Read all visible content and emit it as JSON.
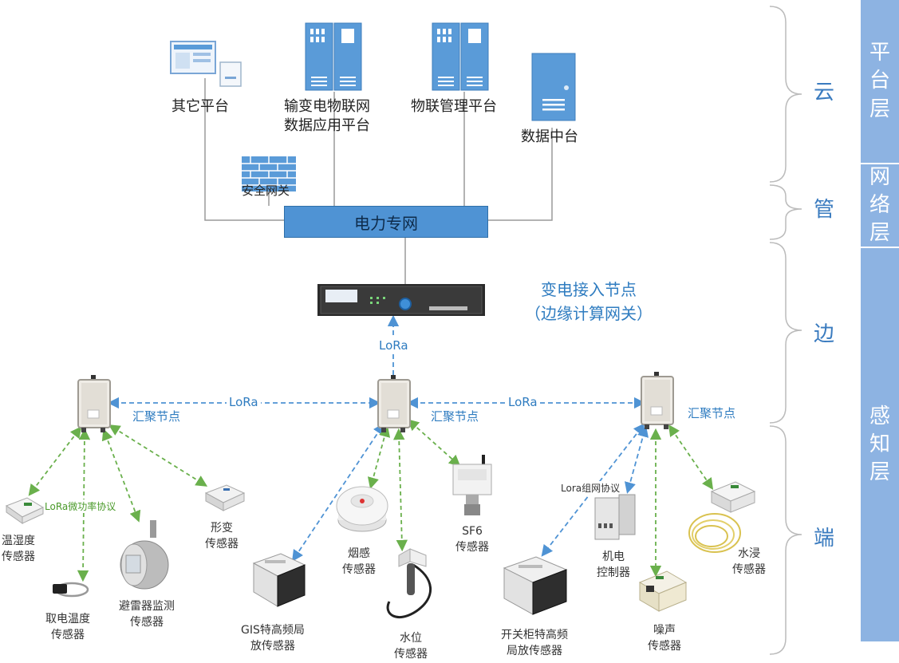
{
  "tiers": {
    "cloud": "云",
    "pipe": "管",
    "edge": "边",
    "end": "端"
  },
  "layers": {
    "platform": "平\n台\n层",
    "network": "网\n络\n层",
    "perception": "感\n知\n层"
  },
  "cloud_items": {
    "other_platform": "其它平台",
    "transmission_platform": "输变电物联网\n数据应用平台",
    "iot_mgmt": "物联管理平台",
    "data_center": "数据中台",
    "security_gateway": "安全网关"
  },
  "network": {
    "power_network": "电力专网"
  },
  "edge": {
    "title": "变电接入节点\n（边缘计算网关）",
    "uplink": "LoRa"
  },
  "aggregation": {
    "node_label": "汇聚节点",
    "link_left": "LoRa",
    "link_right": "LoRa"
  },
  "protocols": {
    "lora_micro": "LoRa微功率协议",
    "lora_mesh": "Lora组网协议"
  },
  "sensors": {
    "temp_humidity": "温湿度\n传感器",
    "power_temp": "取电温度\n传感器",
    "arrester": "避雷器监测\n传感器",
    "deformation": "形变\n传感器",
    "gis_pd": "GIS特高频局\n放传感器",
    "smoke": "烟感\n传感器",
    "water_level": "水位\n传感器",
    "sf6": "SF6\n传感器",
    "switchgear_pd": "开关柜特高频\n局放传感器",
    "motor_controller": "机电\n控制器",
    "noise": "噪声\n传感器",
    "flood": "水浸\n传感器"
  },
  "colors": {
    "layer_bar": "#8db3e2",
    "tier_text": "#3a7bbf",
    "network_fill": "#4f93d4",
    "server_blue": "#5a9bd8",
    "lora_dashed": "#4f93d4",
    "micro_dashed": "#6ab04c"
  }
}
